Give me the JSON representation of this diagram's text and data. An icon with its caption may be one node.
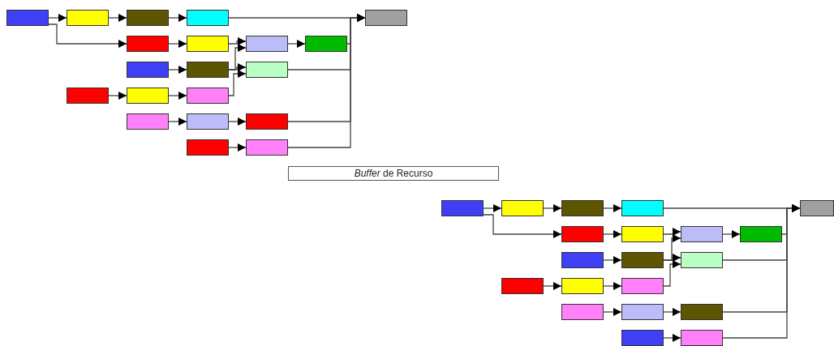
{
  "diagram": {
    "nodes": [
      {
        "text": [],
        "shape": "box"
      },
      {
        "text": [],
        "shape": "box"
      },
      {
        "text": [],
        "shape": "box"
      },
      {
        "text": [],
        "shape": "box"
      },
      {
        "text": [],
        "shape": "box"
      },
      {
        "text": [],
        "shape": "box"
      },
      {
        "text": [],
        "shape": "box"
      },
      {
        "text": [],
        "shape": "box"
      },
      {
        "text": [],
        "shape": "box"
      },
      {
        "text": [],
        "shape": "box"
      },
      {
        "text": [],
        "shape": "box"
      },
      {
        "text": [],
        "shape": "box"
      },
      {
        "text": [],
        "shape": "box"
      },
      {
        "text": [],
        "shape": "box"
      },
      {
        "text": [],
        "shape": "box"
      },
      {
        "text": [],
        "shape": "box"
      },
      {
        "text": [],
        "shape": "box"
      },
      {
        "text": [],
        "shape": "box"
      },
      {
        "text": [],
        "shape": "box"
      },
      {
        "text": [],
        "shape": "box"
      },
      {
        "text": [
          "*Buffer* de Recurso"
        ]
      },
      {
        "text": [],
        "shape": "box"
      },
      {
        "text": [],
        "shape": "box"
      },
      {
        "text": [],
        "shape": "box"
      },
      {
        "text": [],
        "shape": "box"
      },
      {
        "text": [],
        "shape": "box"
      },
      {
        "text": [],
        "shape": "box"
      },
      {
        "text": [],
        "shape": "box"
      },
      {
        "text": [],
        "shape": "box"
      },
      {
        "text": [],
        "shape": "box"
      },
      {
        "text": [],
        "shape": "box"
      },
      {
        "text": [],
        "shape": "box"
      },
      {
        "text": [],
        "shape": "box"
      },
      {
        "text": [],
        "shape": "box"
      },
      {
        "text": [],
        "shape": "box"
      },
      {
        "text": [],
        "shape": "box"
      },
      {
        "text": [],
        "shape": "box"
      },
      {
        "text": [],
        "shape": "box"
      },
      {
        "text": [],
        "shape": "box"
      },
      {
        "text": [],
        "shape": "box"
      },
      {
        "text": [],
        "shape": "box"
      }
    ],
    "edges": [
      {
        "from": 0,
        "to": 1,
        "arrow": "to"
      },
      {
        "from": 1,
        "to": 2,
        "arrow": "to"
      },
      {
        "from": 2,
        "to": 3,
        "arrow": "to"
      },
      {
        "from": 3,
        "to": 4,
        "arrow": "to"
      },
      {
        "from": 0,
        "to": 5,
        "arrow": "to"
      },
      {
        "from": 5,
        "to": 6,
        "arrow": "to"
      },
      {
        "from": 6,
        "to": 7,
        "arrow": "to"
      },
      {
        "from": 7,
        "to": 8,
        "arrow": "to"
      },
      {
        "from": 9,
        "to": 10,
        "arrow": "to"
      },
      {
        "from": 10,
        "to": 7,
        "arrow": "to"
      },
      {
        "from": 10,
        "to": 11,
        "arrow": "to"
      },
      {
        "from": 12,
        "to": 13,
        "arrow": "to"
      },
      {
        "from": 13,
        "to": 14,
        "arrow": "to"
      },
      {
        "from": 14,
        "to": 11,
        "arrow": "to"
      },
      {
        "from": 15,
        "to": 16,
        "arrow": "to"
      },
      {
        "from": 16,
        "to": 17,
        "arrow": "to"
      },
      {
        "from": 18,
        "to": 19,
        "arrow": "to"
      },
      {
        "from": 8,
        "to": 4,
        "arrow": "to"
      },
      {
        "from": 11,
        "to": 4,
        "arrow": "to"
      },
      {
        "from": 17,
        "to": 4,
        "arrow": "to"
      },
      {
        "from": 19,
        "to": 4,
        "arrow": "to"
      },
      {
        "from": 21,
        "to": 22,
        "arrow": "to"
      },
      {
        "from": 22,
        "to": 23,
        "arrow": "to"
      },
      {
        "from": 23,
        "to": 24,
        "arrow": "to"
      },
      {
        "from": 24,
        "to": 25,
        "arrow": "to"
      },
      {
        "from": 21,
        "to": 26,
        "arrow": "to"
      },
      {
        "from": 26,
        "to": 27,
        "arrow": "to"
      },
      {
        "from": 27,
        "to": 28,
        "arrow": "to"
      },
      {
        "from": 28,
        "to": 29,
        "arrow": "to"
      },
      {
        "from": 30,
        "to": 31,
        "arrow": "to"
      },
      {
        "from": 31,
        "to": 28,
        "arrow": "to"
      },
      {
        "from": 31,
        "to": 32,
        "arrow": "to"
      },
      {
        "from": 33,
        "to": 34,
        "arrow": "to"
      },
      {
        "from": 34,
        "to": 35,
        "arrow": "to"
      },
      {
        "from": 35,
        "to": 32,
        "arrow": "to"
      },
      {
        "from": 36,
        "to": 37,
        "arrow": "to"
      },
      {
        "from": 37,
        "to": 38,
        "arrow": "to"
      },
      {
        "from": 39,
        "to": 40,
        "arrow": "to"
      },
      {
        "from": 29,
        "to": 25,
        "arrow": "to"
      },
      {
        "from": 32,
        "to": 25,
        "arrow": "to"
      },
      {
        "from": 38,
        "to": 25,
        "arrow": "to"
      },
      {
        "from": 40,
        "to": 25,
        "arrow": "to"
      }
    ]
  }
}
